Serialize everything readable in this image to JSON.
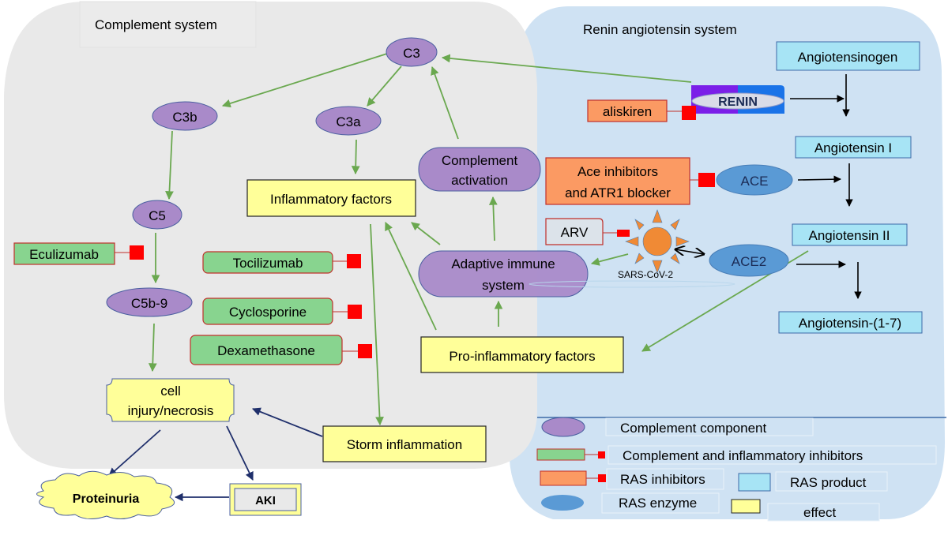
{
  "panels": {
    "complement": {
      "title": "Complement system",
      "fill": "#e9e9e9"
    },
    "ras": {
      "title": "Renin angiotensin system",
      "fill": "#cfe2f3"
    }
  },
  "colors": {
    "complement_component": "#a98ac9",
    "complement_stroke": "#4a5fa0",
    "complement_inhibitor": "#88d48f",
    "inhibitor_border": "#c0302a",
    "ras_inhibitor": "#fb9a63",
    "ras_product": "#a7e4f5",
    "ras_enzyme": "#5a9ad5",
    "effect": "#ffff99",
    "block": "#ff0000",
    "green_arrow": "#6aa84f",
    "navy_arrow": "#1f2f6b",
    "black_arrow": "#000000",
    "virus": "#f08a35"
  },
  "complement_nodes": {
    "c3": "C3",
    "c3b": "C3b",
    "c3a": "C3a",
    "c5": "C5",
    "c5b9": "C5b-9",
    "complement_activation": [
      "Complement",
      "activation"
    ],
    "adaptive_immune": [
      "Adaptive immune",
      "system"
    ]
  },
  "effects": {
    "inflammatory_factors": "Inflammatory factors",
    "pro_inflammatory_factors": "Pro-inflammatory factors",
    "storm_inflammation": "Storm inflammation",
    "cell_injury": [
      "cell",
      "injury/necrosis"
    ],
    "proteinuria": "Proteinuria",
    "aki": "AKI"
  },
  "complement_inhibitors": {
    "eculizumab": "Eculizumab",
    "tocilizumab": "Tocilizumab",
    "cyclosporine": "Cyclosporine",
    "dexamethasone": "Dexamethasone"
  },
  "ras_nodes": {
    "angiotensinogen": "Angiotensinogen",
    "angiotensin_i": "Angiotensin I",
    "angiotensin_ii": "Angiotensin II",
    "angiotensin_1_7": "Angiotensin-(1-7)",
    "renin": "RENIN",
    "ace": "ACE",
    "ace2": "ACE2",
    "virus": "SARS-CoV-2"
  },
  "ras_inhibitors": {
    "aliskiren": "aliskiren",
    "ace_inhibitors": [
      "Ace inhibitors",
      "and ATR1 blocker"
    ],
    "arv": "ARV"
  },
  "legend": {
    "items": [
      {
        "label": "Complement component"
      },
      {
        "label": "Complement and inflammatory inhibitors"
      },
      {
        "label": "RAS inhibitors"
      },
      {
        "label": "RAS product"
      },
      {
        "label": "RAS enzyme"
      },
      {
        "label": "effect"
      }
    ]
  }
}
